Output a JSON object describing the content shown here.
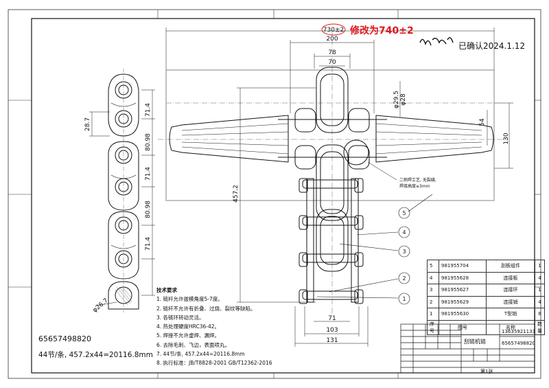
{
  "annotations": {
    "original_dim": "730±2",
    "revision": "修改为740±2",
    "signature": "苏立荣",
    "confirm": "已确认2024.1.12",
    "detail_note_1": "二侧焊工艺, 无裂缝,",
    "detail_note_2": "焊接高度≥3mm"
  },
  "dimensions": {
    "d200": "200",
    "d78": "78",
    "d70": "70",
    "d_phi": "φ29.5",
    "d_phi2": "φ28",
    "d54": "54",
    "d130": "130",
    "d457": "457.2",
    "d71": "71",
    "d103": "103",
    "d131": "131",
    "d28": "28.7",
    "d71a": "71.4",
    "d80a": "80.98",
    "d71b": "71.4",
    "d80b": "80.98",
    "d71c": "71.4",
    "dhole": "φ26.7"
  },
  "balloons": [
    "1",
    "2",
    "3",
    "4",
    "5"
  ],
  "tech_requirements": {
    "title": "技术要求",
    "items": [
      "1. 链杆允许拔模角度5-7度。",
      "2. 链杆不允许有折叠、过烧、裂纹等缺陷。",
      "3. 各链环转动灵活。",
      "4. 热处理硬度HRC36-42。",
      "5. 焊接不允许虚焊、漏焊。",
      "6. 去除毛刺、飞边，表面喷丸。",
      "7. 44节/条, 457.2x44=20116.8mm",
      "8. 执行标准：JB/T8828-2001 GB/T12362-2016"
    ]
  },
  "part_code": "65657498820",
  "pitch_text": "44节/条, 457.2x44=20116.8mm",
  "bom": {
    "rows": [
      {
        "no": "5",
        "code": "981955704",
        "name": "刮板组件",
        "qty": "1"
      },
      {
        "no": "4",
        "code": "981955628",
        "name": "连接板",
        "qty": "4"
      },
      {
        "no": "3",
        "code": "981955627",
        "name": "连接环",
        "qty": "1"
      },
      {
        "no": "2",
        "code": "981955629",
        "name": "连接销",
        "qty": "4"
      },
      {
        "no": "1",
        "code": "981955630",
        "name": "T型销",
        "qty": "8"
      }
    ],
    "header": {
      "no": "序号",
      "code": "图号",
      "name": "名称",
      "qty": "数量"
    }
  },
  "title_block": {
    "name": "刮链机链",
    "phone": "13635921133",
    "code": "65657498820",
    "sheet": "第1张"
  }
}
